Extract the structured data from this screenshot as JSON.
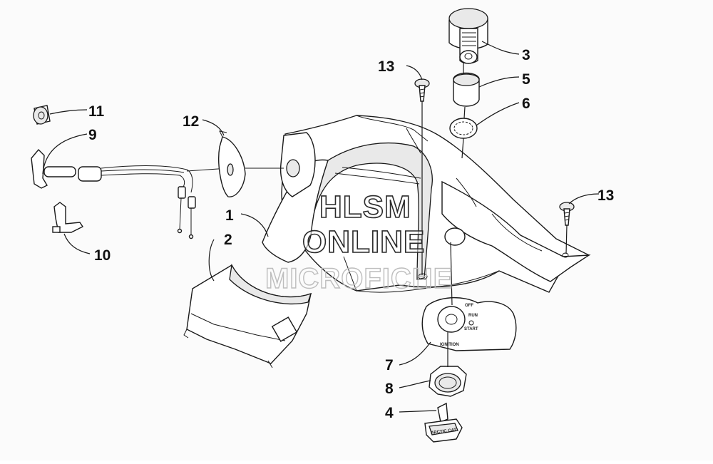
{
  "callouts": [
    {
      "id": "3",
      "label": "3"
    },
    {
      "id": "5",
      "label": "5"
    },
    {
      "id": "6",
      "label": "6"
    },
    {
      "id": "13a",
      "label": "13"
    },
    {
      "id": "13b",
      "label": "13"
    },
    {
      "id": "11",
      "label": "11"
    },
    {
      "id": "9",
      "label": "9"
    },
    {
      "id": "12",
      "label": "12"
    },
    {
      "id": "1",
      "label": "1"
    },
    {
      "id": "2",
      "label": "2"
    },
    {
      "id": "10",
      "label": "10"
    },
    {
      "id": "7",
      "label": "7"
    },
    {
      "id": "8",
      "label": "8"
    },
    {
      "id": "4",
      "label": "4"
    }
  ],
  "watermark": {
    "line1": "HLSM",
    "line2": "ONLINE",
    "line3": "MICROFICHE"
  },
  "switch_plate": {
    "ignition": "IGNITION",
    "off": "OFF",
    "run": "RUN",
    "start": "START"
  },
  "key_logo": "ARCTIC CAT"
}
